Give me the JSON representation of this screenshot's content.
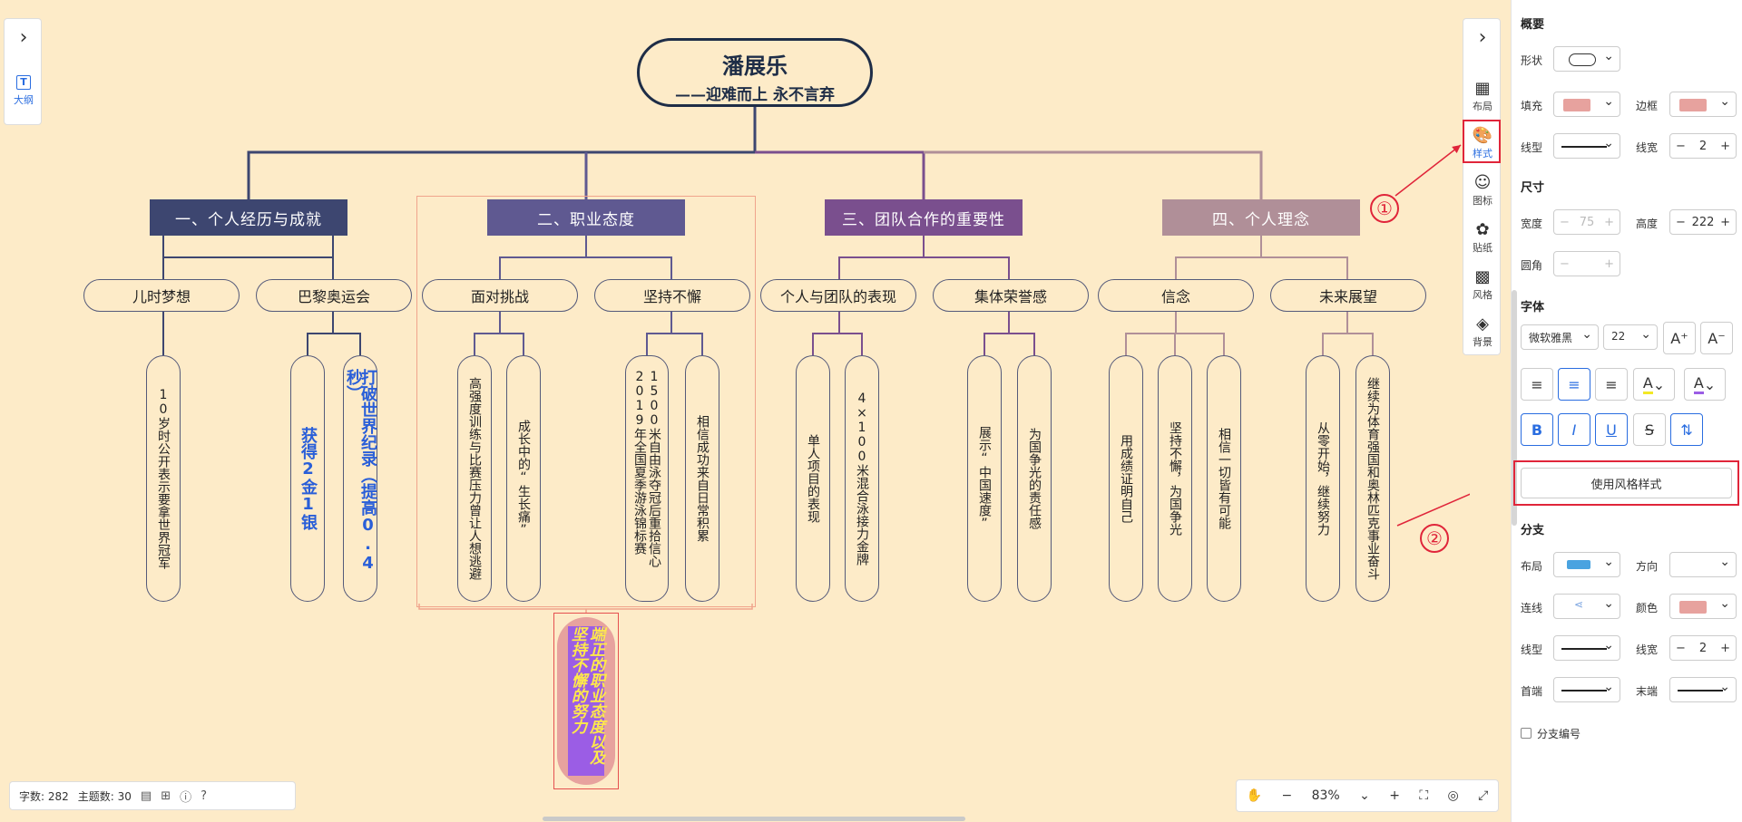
{
  "mindmap": {
    "root": {
      "title": "潘展乐",
      "subtitle": "——迎难而上  永不言弃"
    },
    "branches": [
      {
        "label": "一、个人经历与成就",
        "color": "#3d4670",
        "subs": [
          {
            "label": "儿时梦想",
            "leaves": [
              "10岁时公开表示要拿世界冠军"
            ]
          },
          {
            "label": "巴黎奥运会",
            "leaves": [
              "获得2金1银",
              "打破世界纪录（提高0.4秒）"
            ]
          }
        ]
      },
      {
        "label": "二、职业态度",
        "color": "#5f5991",
        "subs": [
          {
            "label": "面对挑战",
            "leaves": [
              "高强度训练与比赛压力曾让人想逃避",
              "成长中的“生长痛”"
            ]
          },
          {
            "label": "坚持不懈",
            "leaves": [
              "1500米自由泳夺冠后重拾信心 2019年全国夏季游泳锦标赛",
              "相信成功来自日常积累"
            ]
          }
        ]
      },
      {
        "label": "三、团队合作的重要性",
        "color": "#7a4f8e",
        "subs": [
          {
            "label": "个人与团队的表现",
            "leaves": [
              "单人项目的表现",
              "4×100米混合泳接力金牌"
            ]
          },
          {
            "label": "集体荣誉感",
            "leaves": [
              "展示“中国速度”",
              "为国争光的责任感"
            ]
          }
        ]
      },
      {
        "label": "四、个人理念",
        "color": "#b08f98",
        "subs": [
          {
            "label": "信念",
            "leaves": [
              "用成绩证明自己",
              "坚持不懈，为国争光",
              "相信一切皆有可能"
            ]
          },
          {
            "label": "未来展望",
            "leaves": [
              "从零开始，继续努力",
              "继续为体育强国和奥林匹克事业奋斗"
            ]
          }
        ]
      }
    ],
    "summary": "端正的职业态度以及坚持不懈的努力"
  },
  "left_panel": {
    "outline_label": "大纲",
    "outline_icon": "T"
  },
  "toolbar": {
    "items": [
      {
        "label": "布局",
        "icon": "▦"
      },
      {
        "label": "样式",
        "icon": "🎨"
      },
      {
        "label": "图标",
        "icon": "☺"
      },
      {
        "label": "贴纸",
        "icon": "✿"
      },
      {
        "label": "风格",
        "icon": "▩"
      },
      {
        "label": "背景",
        "icon": "◈"
      }
    ],
    "active": "样式"
  },
  "annotations": [
    "①",
    "②"
  ],
  "status": {
    "word_count": "字数: 282",
    "topic_count": "主题数: 30"
  },
  "zoom": {
    "level": "83%"
  },
  "props": {
    "overview_title": "概要",
    "shape_label": "形状",
    "fill_label": "填充",
    "border_label": "边框",
    "line_type_label": "线型",
    "line_width_label": "线宽",
    "line_width_value": "2",
    "size_title": "尺寸",
    "width_label": "宽度",
    "width_value": "75",
    "height_label": "高度",
    "height_value": "222",
    "radius_label": "圆角",
    "font_title": "字体",
    "font_family": "微软雅黑",
    "font_size": "22",
    "use_style_button": "使用风格样式",
    "branch_title": "分支",
    "layout_label": "布局",
    "direction_label": "方向",
    "connector_label": "连线",
    "color_label": "颜色",
    "branch_line_type_label": "线型",
    "branch_line_width_label": "线宽",
    "branch_line_width_value": "2",
    "start_label": "首端",
    "end_label": "末端",
    "branch_number_label": "分支编号",
    "accent_color": "#e7a29e"
  }
}
